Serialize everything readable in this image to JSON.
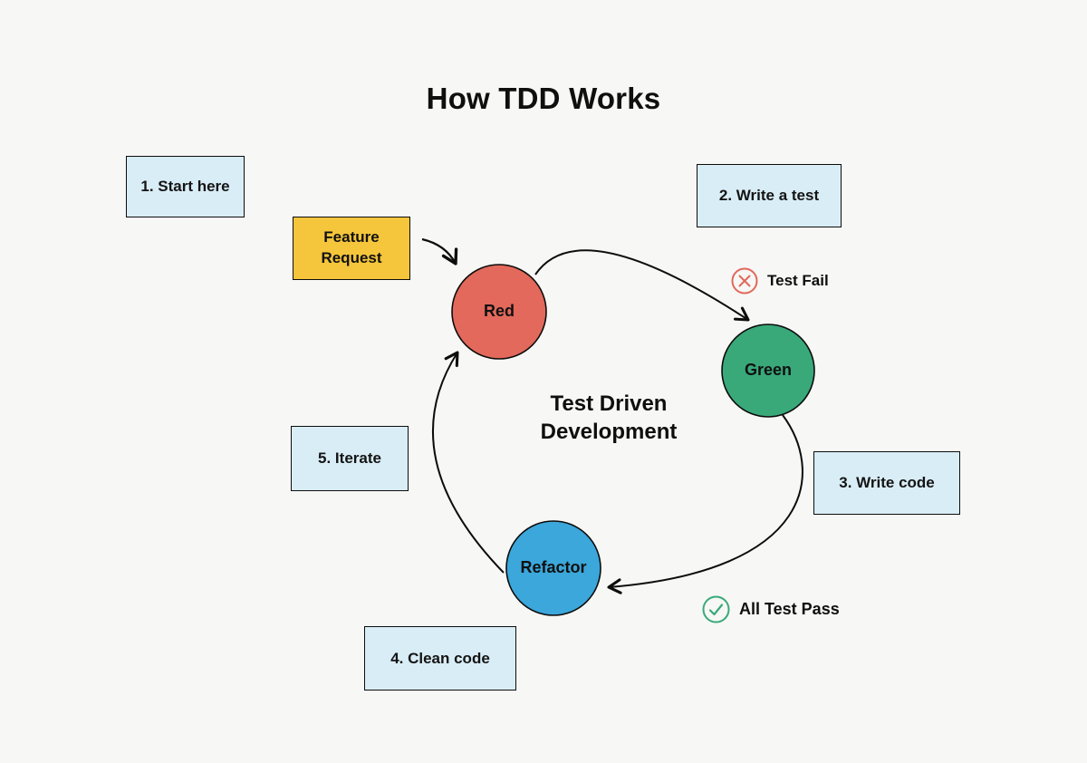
{
  "title": "How TDD Works",
  "steps": [
    {
      "label": "1. Start here"
    },
    {
      "label": "2. Write a test"
    },
    {
      "label": "3. Write code"
    },
    {
      "label": "4. Clean code"
    },
    {
      "label": "5. Iterate"
    }
  ],
  "feature_box": {
    "label": "Feature Request",
    "fill": "#F5C53B"
  },
  "circles": [
    {
      "label": "Red",
      "color": "#E2695B"
    },
    {
      "label": "Green",
      "color": "#39A97A"
    },
    {
      "label": "Refactor",
      "color": "#3BA7DB"
    }
  ],
  "center_label": {
    "line1": "Test Driven",
    "line2": "Development"
  },
  "annotations": {
    "test_fail": {
      "label": "Test Fail",
      "icon": "x-circle-icon",
      "color": "#E0695C"
    },
    "all_test_pass": {
      "label": "All Test Pass",
      "icon": "check-circle-icon",
      "color": "#39A97A"
    }
  },
  "colors": {
    "background": "#F7F7F5",
    "step_box_fill": "#D9EDF6",
    "stroke": "#0d0d0d"
  }
}
